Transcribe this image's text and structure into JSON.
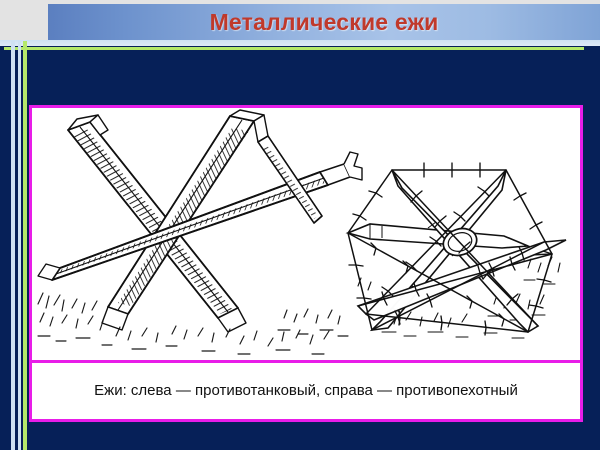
{
  "slide": {
    "title": "Металлические ежи",
    "caption": "Ежи: слева — противотанковый, справа — противопехотный",
    "colors": {
      "background": "#062058",
      "title_text": "#c0392b",
      "title_band_left": "#5b7fc0",
      "title_band_right": "#a8c3e8",
      "frame_border": "#e81de8",
      "accent_green": "#b5e86a",
      "accent_lightblue": "#cfe1f3",
      "top_strip": "#e3e3e3",
      "figure_background": "#ffffff",
      "ink": "#111111"
    }
  },
  "figures": [
    {
      "id": "anti-tank-hedgehog",
      "label": "противотанковый",
      "position": "left",
      "description": "Крестообразная конструкция из трёх скреплённых двутавровых балок на грунте с травой"
    },
    {
      "id": "anti-personnel-hedgehog",
      "label": "противопехотный",
      "position": "right",
      "description": "Звездообразная конструкция из заострённых кольев, оплетённых колючей проволокой"
    }
  ],
  "icons": {
    "corner_cross": "cross-accent-icon"
  }
}
